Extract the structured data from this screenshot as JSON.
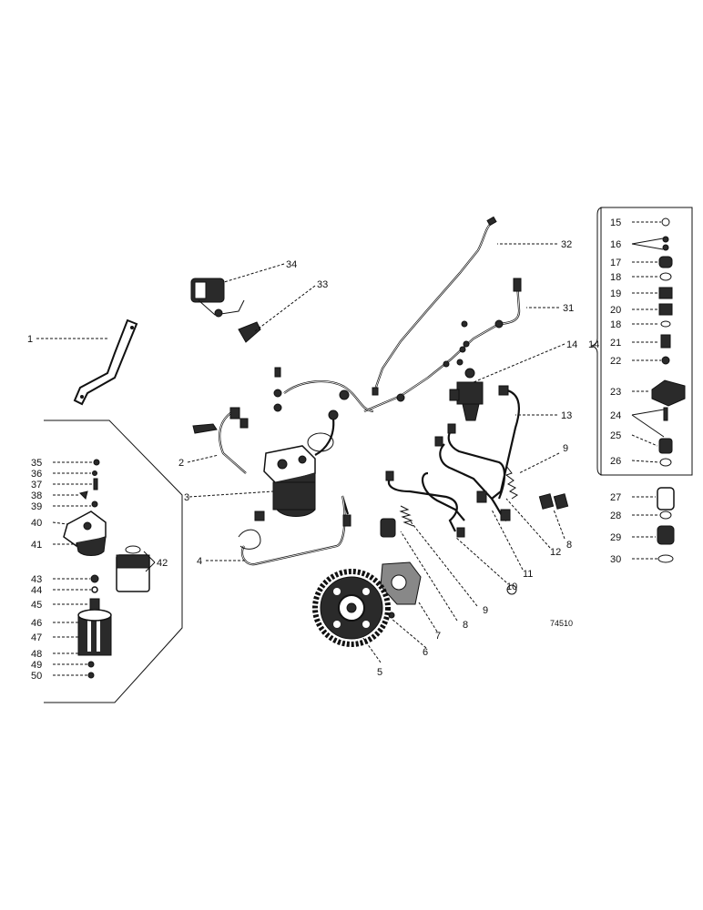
{
  "diagram": {
    "reference_code": "74510",
    "callouts": [
      "1",
      "2",
      "3",
      "4",
      "5",
      "6",
      "7",
      "8",
      "9",
      "10",
      "11",
      "12",
      "13",
      "14",
      "15",
      "16",
      "17",
      "18",
      "19",
      "20",
      "21",
      "22",
      "23",
      "24",
      "25",
      "26",
      "27",
      "28",
      "29",
      "30",
      "31",
      "32",
      "33",
      "34",
      "35",
      "36",
      "37",
      "38",
      "39",
      "40",
      "41",
      "42",
      "43",
      "44",
      "45",
      "46",
      "47",
      "48",
      "49",
      "50"
    ]
  }
}
